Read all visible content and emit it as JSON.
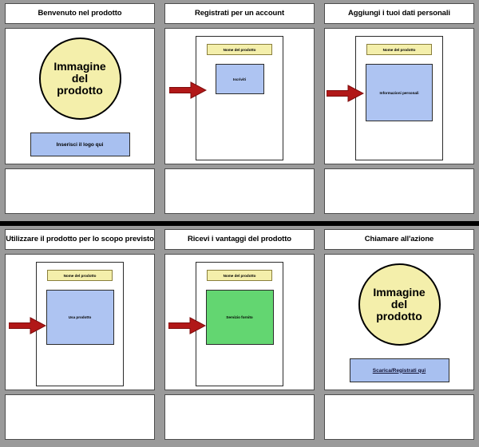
{
  "storyboard": {
    "rows": [
      {
        "panels": [
          {
            "header": "Benvenuto nel prodotto",
            "kind": "hero",
            "circle_text": "Immagine\ndel\nprodotto",
            "button_label": "Inserisci il logo qui",
            "button_is_link": false,
            "arrow": false
          },
          {
            "header": "Registrati per un account",
            "kind": "screen",
            "screen_title": "Nome del prodotto",
            "content_label": "Iscriviti",
            "content_size": "sz-small",
            "content_color": "blue",
            "arrow": true,
            "arrow_pos": "pos-a"
          },
          {
            "header": "Aggiungi i tuoi dati personali",
            "kind": "screen",
            "screen_title": "Nome del prodotto",
            "content_label": "Informazioni personali",
            "content_size": "sz-large",
            "content_color": "blue",
            "arrow": true,
            "arrow_pos": "pos-b"
          }
        ]
      },
      {
        "panels": [
          {
            "header": "Utilizzare il prodotto per lo scopo previsto",
            "kind": "screen",
            "screen_title": "Nome del prodotto",
            "content_label": "Usa prodotto",
            "content_size": "sz-wide",
            "content_color": "blue",
            "arrow": true,
            "arrow_pos": "pos-c"
          },
          {
            "header": "Ricevi i vantaggi del prodotto",
            "kind": "screen",
            "screen_title": "Nome del prodotto",
            "content_label": "Servizio fornito",
            "content_size": "sz-wide",
            "content_color": "green",
            "arrow": true,
            "arrow_pos": "pos-c"
          },
          {
            "header": "Chiamare all'azione",
            "kind": "hero",
            "circle_text": "Immagine\ndel\nprodotto",
            "button_label": "Scarica/Registrati qui",
            "button_is_link": true,
            "arrow": false
          }
        ]
      }
    ]
  },
  "colors": {
    "arrow_red": "#b11818",
    "arrow_red_dark": "#7e0c0c",
    "circle_yellow": "#f4efab",
    "box_blue": "#aec4f2",
    "box_green": "#63d671",
    "frame_gray": "#9a9a9a",
    "divider_black": "#000000"
  },
  "icons": {
    "arrow": "right-arrow-icon"
  }
}
